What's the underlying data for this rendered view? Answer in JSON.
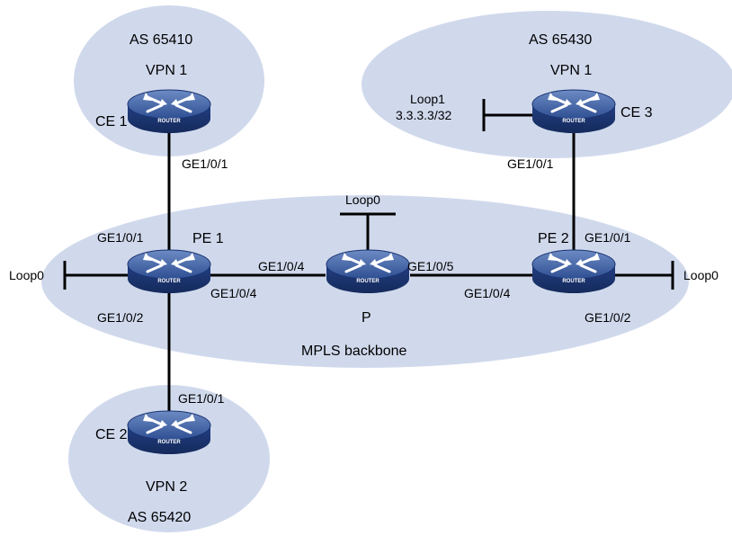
{
  "regions": {
    "as_65410": "AS 65410",
    "as_65430": "AS 65430",
    "as_65420": "AS 65420",
    "backbone": "MPLS backbone"
  },
  "vpns": {
    "vpn1_left": "VPN 1",
    "vpn1_right": "VPN 1",
    "vpn2": "VPN 2"
  },
  "routers": {
    "ce1": "CE 1",
    "ce2": "CE 2",
    "ce3": "CE 3",
    "pe1": "PE 1",
    "pe2": "PE 2",
    "p": "P",
    "badge": "ROUTER"
  },
  "interfaces": {
    "ce1_ge101": "GE1/0/1",
    "pe1_ge101": "GE1/0/1",
    "pe1_ge102": "GE1/0/2",
    "pe1_ge104": "GE1/0/4",
    "p_ge104": "GE1/0/4",
    "p_ge105": "GE1/0/5",
    "pe2_ge104": "GE1/0/4",
    "pe2_ge101": "GE1/0/1",
    "pe2_ge102": "GE1/0/2",
    "ce3_ge101": "GE1/0/1",
    "ce2_ge101": "GE1/0/1"
  },
  "loopbacks": {
    "pe1_loop0": "Loop0",
    "p_loop0": "Loop0",
    "pe2_loop0": "Loop0",
    "ce3_loop1": "Loop1",
    "ce3_loop1_ip": "3.3.3.3/32"
  },
  "colors": {
    "ellipse_fill": "#d0d9ec",
    "router_top": "#3f5f9e",
    "router_body": "#1f3a78",
    "link": "#000000"
  }
}
